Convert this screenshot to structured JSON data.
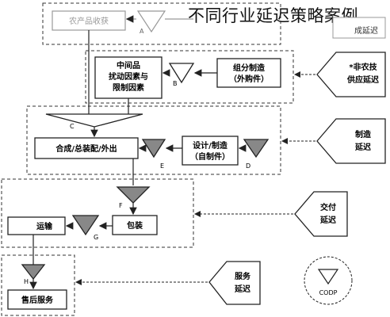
{
  "title": "不同行业延迟策略案例",
  "nodes": {
    "agri_collect": "农产品收获",
    "label_A": "A",
    "supply_delay_partial": "成延迟",
    "non_agri_supply_delay": [
      "*非农技",
      "供应延迟"
    ],
    "intermediate": [
      "中间品",
      "扰动因素与",
      "限制因素"
    ],
    "label_B": "B",
    "parts_make": [
      "组分制造",
      "（外购件）"
    ],
    "label_C": "C",
    "assemble": "合成/总装配/外出",
    "label_E": "E",
    "design_make": [
      "设计/制造",
      "（自制件）"
    ],
    "label_D": "D",
    "manufacture_delay": [
      "制造",
      "延迟"
    ],
    "label_F": "F",
    "transport": "运输",
    "label_G": "G",
    "packaging": "包装",
    "delivery_delay": [
      "交付",
      "延迟"
    ],
    "label_H": "H",
    "after_sales": "售后服务",
    "service_delay": [
      "服务",
      "延迟"
    ],
    "codp": "CODP"
  }
}
